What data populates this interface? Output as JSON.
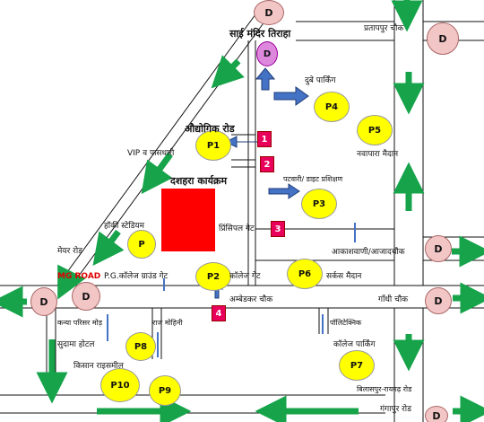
{
  "labels": {
    "sai_mandir": "साई मंदिर तिराहा",
    "pratappur": "प्रतापपुर चौक",
    "dubey_parking": "दुबे पार्किंग",
    "audyogik": "औद्योगिक रोड",
    "vip": "VIP व पासधारी",
    "dussehra": "दशहरा कार्यक्रम",
    "patwari": "पटवारी/ डाइट प्रशिक्षण",
    "navapara": "नवापारा मैदान",
    "hockey": "हॉकी स्टेडियम",
    "principal": "प्रिंसिपल गेट",
    "mayor": "मेयर रोड",
    "akashvani": "आकाशवाणी/आजादचौक",
    "mg_road": "MG ROAD",
    "pg_college": "P.G.कॉलेज ग्राउंड गेट",
    "college_gate": "कॉलेज गेट",
    "circus": "सर्कस मैदान",
    "ambedkar": "अम्बेडकर चौक",
    "gandhi": "गाँधी चौक",
    "kanya": "कन्या परिसर मोड़",
    "raj_mohini": "राज मोहिनी",
    "polytechnic": "पॉलिटेक्निक",
    "sudama": "सुदामा होटल",
    "kisan": "किसान राइसमील",
    "college_parking": "कॉलेज पार्किंग",
    "bilaspur": "बिलासपुर-रायगढ़ रोड",
    "gangapur": "गंगापुर रोड"
  },
  "parking": [
    "P1",
    "P2",
    "P3",
    "P4",
    "P5",
    "P6",
    "P",
    "P7",
    "P8",
    "P9",
    "P10"
  ],
  "diversion": "D",
  "checkpoints": [
    "1",
    "2",
    "3",
    "4"
  ],
  "colors": {
    "arrow_green": "#16a34a",
    "arrow_blue": "#4472c4",
    "parking": "#ffff00",
    "diversion": "#f3c6c6",
    "venue": "#ff0000",
    "checkpoint": "#e8005a",
    "sai_circle": "#dd88dd"
  }
}
